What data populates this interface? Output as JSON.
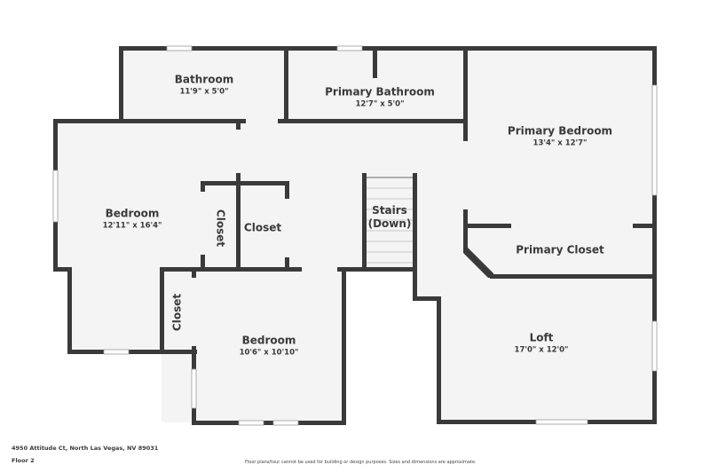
{
  "floorplan": {
    "rooms": [
      {
        "id": "bathroom",
        "name": "Bathroom",
        "dimensions": "11'9\" x 5'0\""
      },
      {
        "id": "primary-bathroom",
        "name": "Primary Bathroom",
        "dimensions": "12'7\" x 5'0\""
      },
      {
        "id": "primary-bedroom",
        "name": "Primary Bedroom",
        "dimensions": "13'4\" x 12'7\""
      },
      {
        "id": "bedroom-1",
        "name": "Bedroom",
        "dimensions": "12'11\" x 16'4\""
      },
      {
        "id": "closet-1",
        "name": "Closet",
        "dimensions": ""
      },
      {
        "id": "closet-2",
        "name": "Closet",
        "dimensions": ""
      },
      {
        "id": "stairs",
        "name": "Stairs",
        "sub": "(Down)"
      },
      {
        "id": "primary-closet",
        "name": "Primary Closet",
        "dimensions": ""
      },
      {
        "id": "closet-3",
        "name": "Closet",
        "dimensions": ""
      },
      {
        "id": "bedroom-2",
        "name": "Bedroom",
        "dimensions": "10'6\" x 10'10\""
      },
      {
        "id": "loft",
        "name": "Loft",
        "dimensions": "17'0\" x 12'0\""
      }
    ]
  },
  "footer": {
    "address": "4950 Attitude Ct, North Las Vegas, NV 89031",
    "floor": "Floor 2",
    "disclaimer": "Floor plans/tour cannot be used for building or design purposes. Sizes and dimensions are approximate."
  },
  "colors": {
    "wall": "#3a3a3a",
    "floor": "#f4f4f4",
    "background": "#ffffff"
  }
}
